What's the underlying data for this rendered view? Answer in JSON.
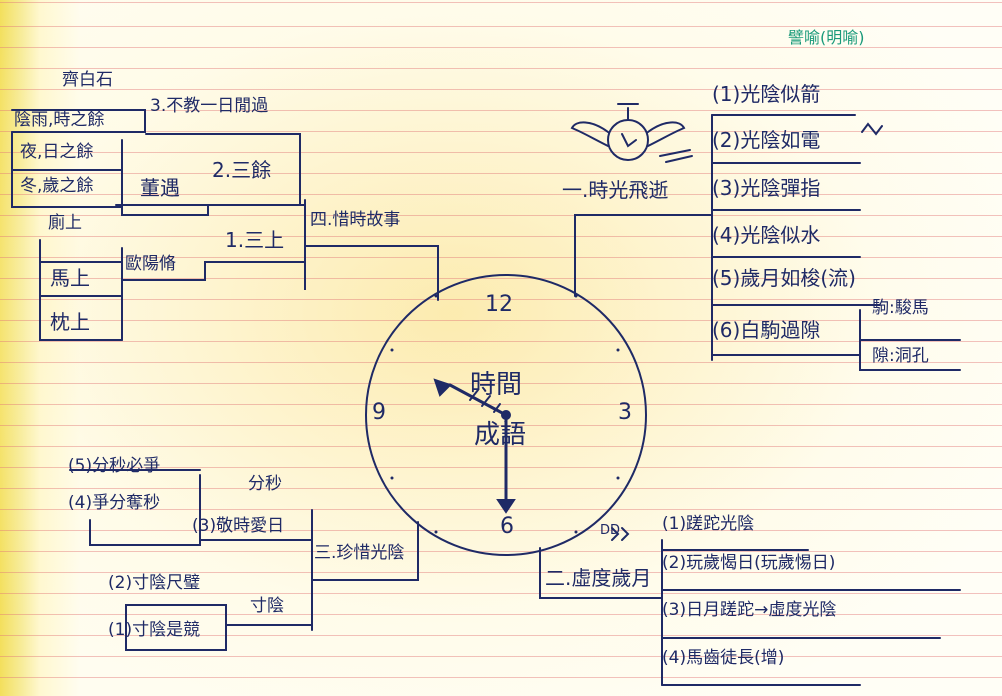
{
  "center": {
    "line1": "時間",
    "line2": "成語"
  },
  "clock": {
    "n12": "12",
    "n3": "3",
    "n6": "6",
    "n9": "9"
  },
  "note": "譬喻(明喻)",
  "branch1": {
    "label": "一.時光飛逝",
    "items": [
      "(1)光陰似箭",
      "(2)光陰如電",
      "(3)光陰彈指",
      "(4)光陰似水",
      "(5)歲月如梭(流)",
      "(6)白駒過隙"
    ],
    "sub": [
      "駒:駿馬",
      "隙:洞孔"
    ]
  },
  "branch2": {
    "label": "二.虛度歲月",
    "marker": "DD",
    "items": [
      "(1)蹉跎光陰",
      "(2)玩歲愒日(玩歲惕日)",
      "(3)日月蹉跎→虛度光陰",
      "(4)馬齒徒長(增)"
    ]
  },
  "branch3": {
    "label": "三.珍惜光陰",
    "groups": [
      "分秒",
      "寸陰"
    ],
    "items": [
      "(5)分秒必爭",
      "(4)爭分奪秒",
      "(3)敬時愛日",
      "(2)寸陰尺璧",
      "(1)寸陰是競"
    ]
  },
  "branch4": {
    "label": "四.惜時故事",
    "items": [
      "1.三上",
      "2.三餘",
      "3.不教一日閒過"
    ],
    "people": [
      "歐陽脩",
      "董遇",
      "齊白石"
    ],
    "sanshang": [
      "廁上",
      "馬上",
      "枕上"
    ],
    "sanyu": [
      "陰雨,時之餘",
      "夜,日之餘",
      "冬,歲之餘"
    ]
  }
}
